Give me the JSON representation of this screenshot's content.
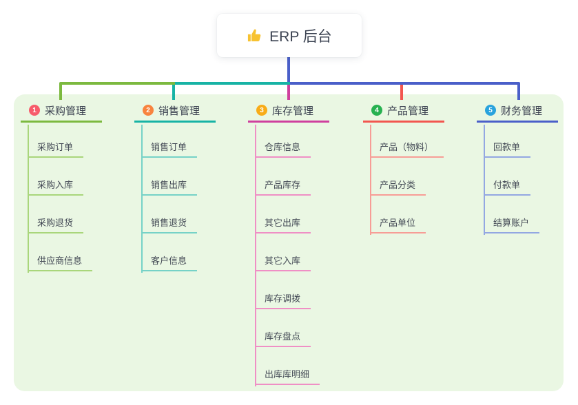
{
  "root": {
    "title": "ERP 后台",
    "icon": "thumbs-up-icon",
    "icon_color": "#f7c231",
    "connector_color": "#4a5fc9"
  },
  "colors": {
    "panel_bg": "#eaf7e3",
    "title_text": "#3b4150",
    "item_text": "#434955"
  },
  "branches": [
    {
      "index": "1",
      "title": "采购管理",
      "badge_color": "#f75c6b",
      "line_color": "#7cb93f",
      "light_color": "#a9d67b",
      "items": [
        "采购订单",
        "采购入库",
        "采购退货",
        "供应商信息"
      ]
    },
    {
      "index": "2",
      "title": "销售管理",
      "badge_color": "#f8833e",
      "line_color": "#17b3a5",
      "light_color": "#76d2c7",
      "items": [
        "销售订单",
        "销售出库",
        "销售退货",
        "客户信息"
      ]
    },
    {
      "index": "3",
      "title": "库存管理",
      "badge_color": "#f8ac18",
      "line_color": "#cf3f9e",
      "light_color": "#ef8fc5",
      "items": [
        "仓库信息",
        "产品库存",
        "其它出库",
        "其它入库",
        "库存调拨",
        "库存盘点",
        "出库库明细"
      ]
    },
    {
      "index": "4",
      "title": "产品管理",
      "badge_color": "#27b150",
      "line_color": "#f2564f",
      "light_color": "#f79d96",
      "items": [
        "产品（物料）",
        "产品分类",
        "产品单位"
      ]
    },
    {
      "index": "5",
      "title": "财务管理",
      "badge_color": "#29a3dd",
      "line_color": "#4a5fc9",
      "light_color": "#93a7e2",
      "items": [
        "回款单",
        "付款单",
        "结算账户"
      ]
    }
  ]
}
